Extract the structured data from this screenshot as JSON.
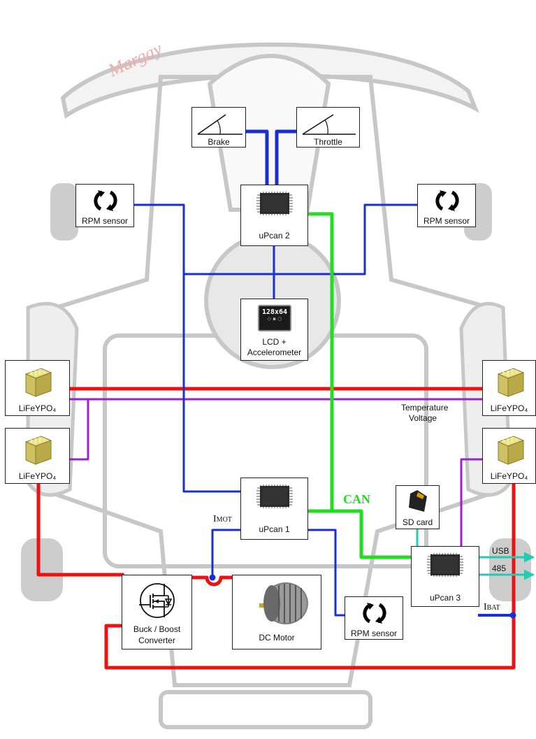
{
  "blocks": {
    "brake": "Brake",
    "throttle": "Throttle",
    "rpm_left": "RPM sensor",
    "rpm_right": "RPM sensor",
    "upcan2": "uPcan 2",
    "lcd_line1": "LCD +",
    "lcd_line2": "Accelerometer",
    "lcd_screen_text": "128x64",
    "bat_top_left": "LiFeYPO₄",
    "bat_bottom_left": "LiFeYPO₄",
    "bat_top_right": "LiFeYPO₄",
    "bat_bottom_right": "LiFeYPO₄",
    "upcan1": "uPcan 1",
    "sdcard": "SD card",
    "upcan3": "uPcan 3",
    "converter_line1": "Buck / Boost",
    "converter_line2": "Converter",
    "dc_motor": "DC Motor",
    "rpm_bottom": "RPM sensor"
  },
  "labels": {
    "temperature": "Temperature",
    "voltage": "Voltage",
    "can": "CAN",
    "imot_main": "I",
    "imot_sub": "MOT",
    "ibat_main": "I",
    "ibat_sub": "BAT",
    "usb": "USB",
    "rs485": "485",
    "kart_brand": "Margay"
  },
  "colors": {
    "power": "#ee1111",
    "signal": "#1a2ed6",
    "can_bus": "#22dd22",
    "sense": "#9922cc",
    "data": "#22ccb0"
  }
}
